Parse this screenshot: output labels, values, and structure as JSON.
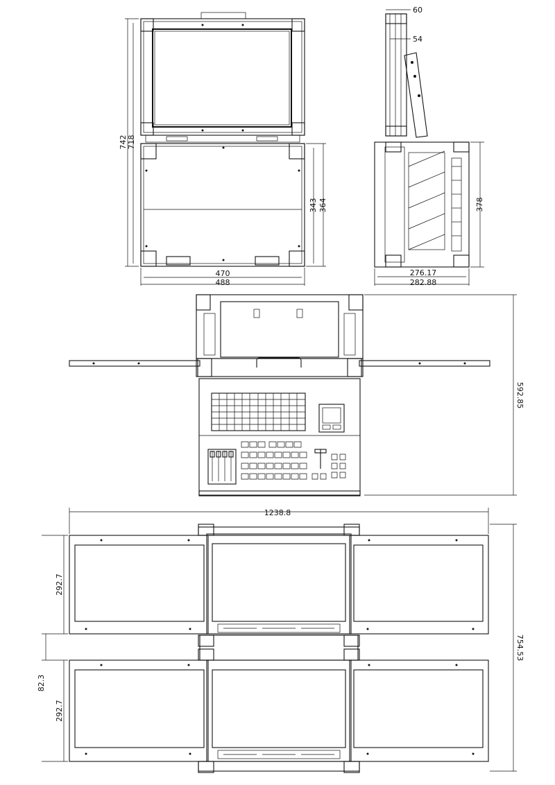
{
  "drawing": {
    "dimensions": {
      "front_total_height": "742",
      "front_screen_height": "718",
      "front_base_width_inner": "470",
      "front_base_width_outer": "488",
      "front_base_height_inner": "343",
      "front_base_height_outer": "364",
      "side_top_offset": "60",
      "side_panel_depth": "54",
      "side_height": "378",
      "side_depth_inner": "276.17",
      "side_depth_outer": "282.88",
      "open_total_height": "592.85",
      "extended_total_width": "1238.8",
      "screen_height_upper": "292.7",
      "screen_gap": "82.3",
      "screen_height_lower": "292.7",
      "extended_total_height": "754.53"
    }
  }
}
